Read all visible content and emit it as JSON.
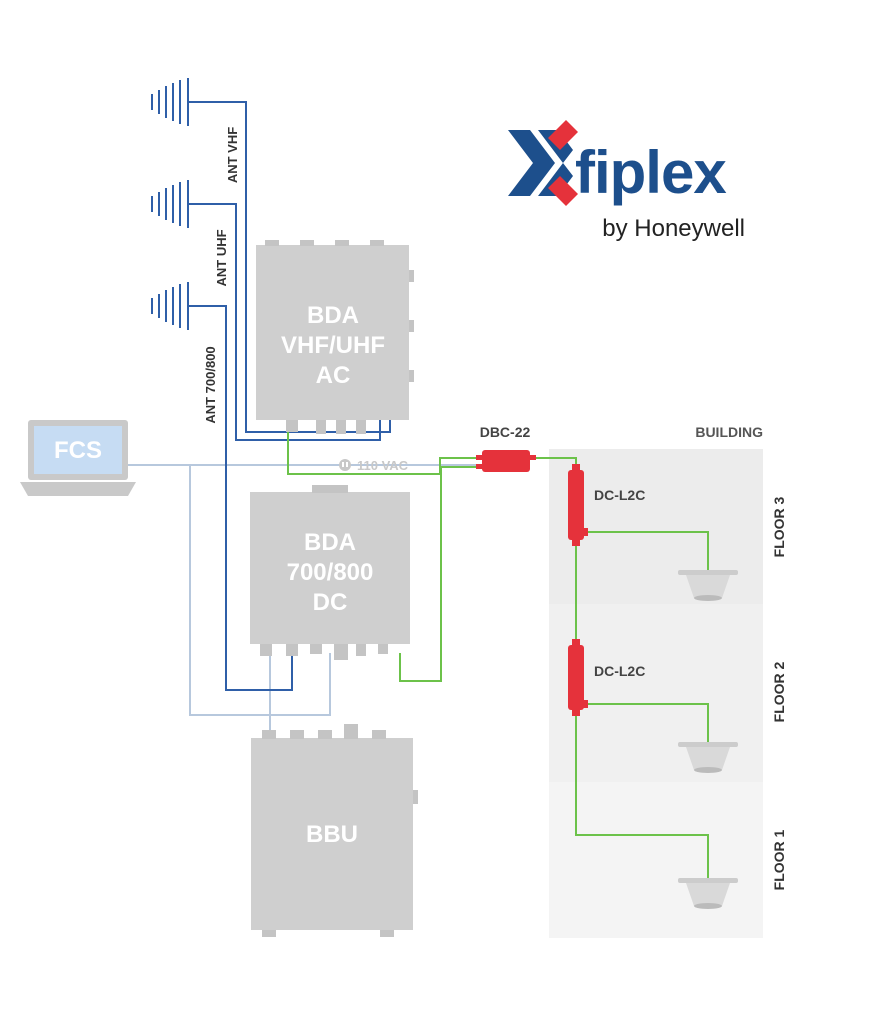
{
  "brand": {
    "name": "fiplex",
    "tagline": "by Honeywell",
    "colors": {
      "blue": "#1d4f8c",
      "red": "#e5323b"
    }
  },
  "antennas": {
    "vhf": "ANT VHF",
    "uhf": "ANT UHF",
    "b700_800": "ANT 700/800"
  },
  "devices": {
    "bda_vhf_uhf": [
      "BDA",
      "VHF/UHF",
      "AC"
    ],
    "bda_700_800": [
      "BDA",
      "700/800",
      "DC"
    ],
    "bbu": "BBU",
    "fcs": "FCS"
  },
  "power_label": "110 VAC",
  "couplers": {
    "dbc": "DBC-22",
    "dc_floor3": "DC-L2C",
    "dc_floor2": "DC-L2C"
  },
  "building": {
    "title": "BUILDING",
    "floors": [
      "FLOOR 3",
      "FLOOR 2",
      "FLOOR 1"
    ]
  },
  "colors": {
    "antenna_cable": "#2f5fa8",
    "rf_cable": "#6cc24a",
    "control_cable": "#b7c8dd",
    "device_gray": "#cfcfcf",
    "coupler_red": "#e5323b",
    "floor_shade_dark": "#ececec",
    "floor_shade_light": "#f4f4f4"
  }
}
